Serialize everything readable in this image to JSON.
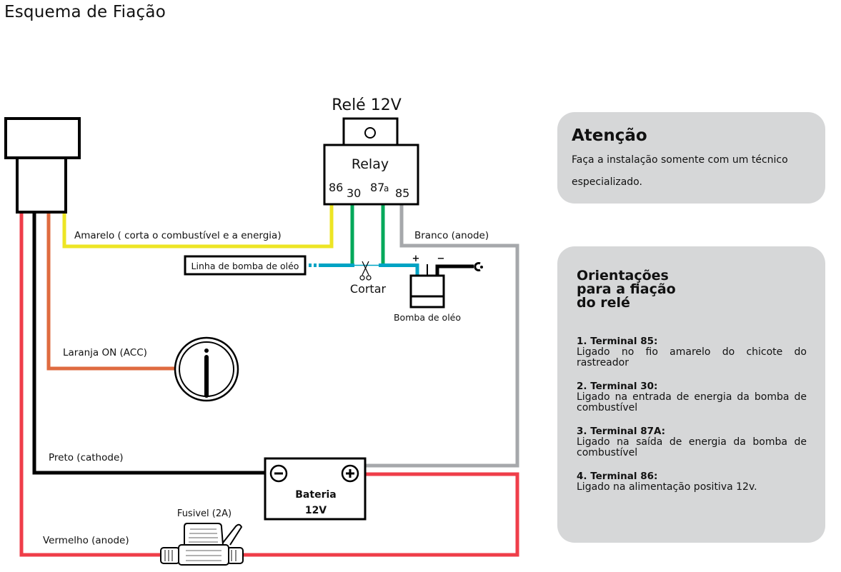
{
  "page": {
    "title": "Esquema de Fiação"
  },
  "relay": {
    "title": "Relé 12V",
    "label": "Relay",
    "pins": {
      "p86": "86",
      "p30": "30",
      "p87": "87",
      "p87_sub": "a",
      "p85": "85"
    }
  },
  "wires": {
    "yellow": {
      "label": "Amarelo ( corta o combustível e a energia)",
      "color": "#ede524"
    },
    "white": {
      "label": "Branco (anode)",
      "color": "#a6a8ab"
    },
    "orange": {
      "label": "Laranja ON (ACC)",
      "color": "#df6b40"
    },
    "black": {
      "label": "Preto (cathode)",
      "color": "#000000"
    },
    "red": {
      "label": "Vermelho  (anode)",
      "color": "#ef3e49"
    },
    "green": {
      "color": "#00a85a"
    },
    "blue": {
      "color": "#00a3c4"
    }
  },
  "components": {
    "fuel_line": "Linha de bomba de oléo",
    "cut": "Cortar",
    "pump": "Bomba de oléo",
    "pump_plus": "+",
    "pump_minus": "−",
    "battery_line1": "Bateria",
    "battery_line2": "12V",
    "fuse": "Fusivel (2A)"
  },
  "attention": {
    "title": "Atenção",
    "text": "Faça a instalação somente com um técnico especializado."
  },
  "guide": {
    "title": "Orientações\npara a fiação\ndo relé",
    "items": [
      {
        "title": "1. Terminal 85:",
        "desc": "Ligado no fio amarelo do chicote do rastreador"
      },
      {
        "title": "2. Terminal 30:",
        "desc": "Ligado na entrada de energia da bomba de combustível"
      },
      {
        "title": "3. Terminal 87A:",
        "desc": "Ligado na saída de energia da bomba de combustível"
      },
      {
        "title": "4. Terminal 86:",
        "desc": "Ligado na alimentação positiva 12v."
      }
    ]
  }
}
